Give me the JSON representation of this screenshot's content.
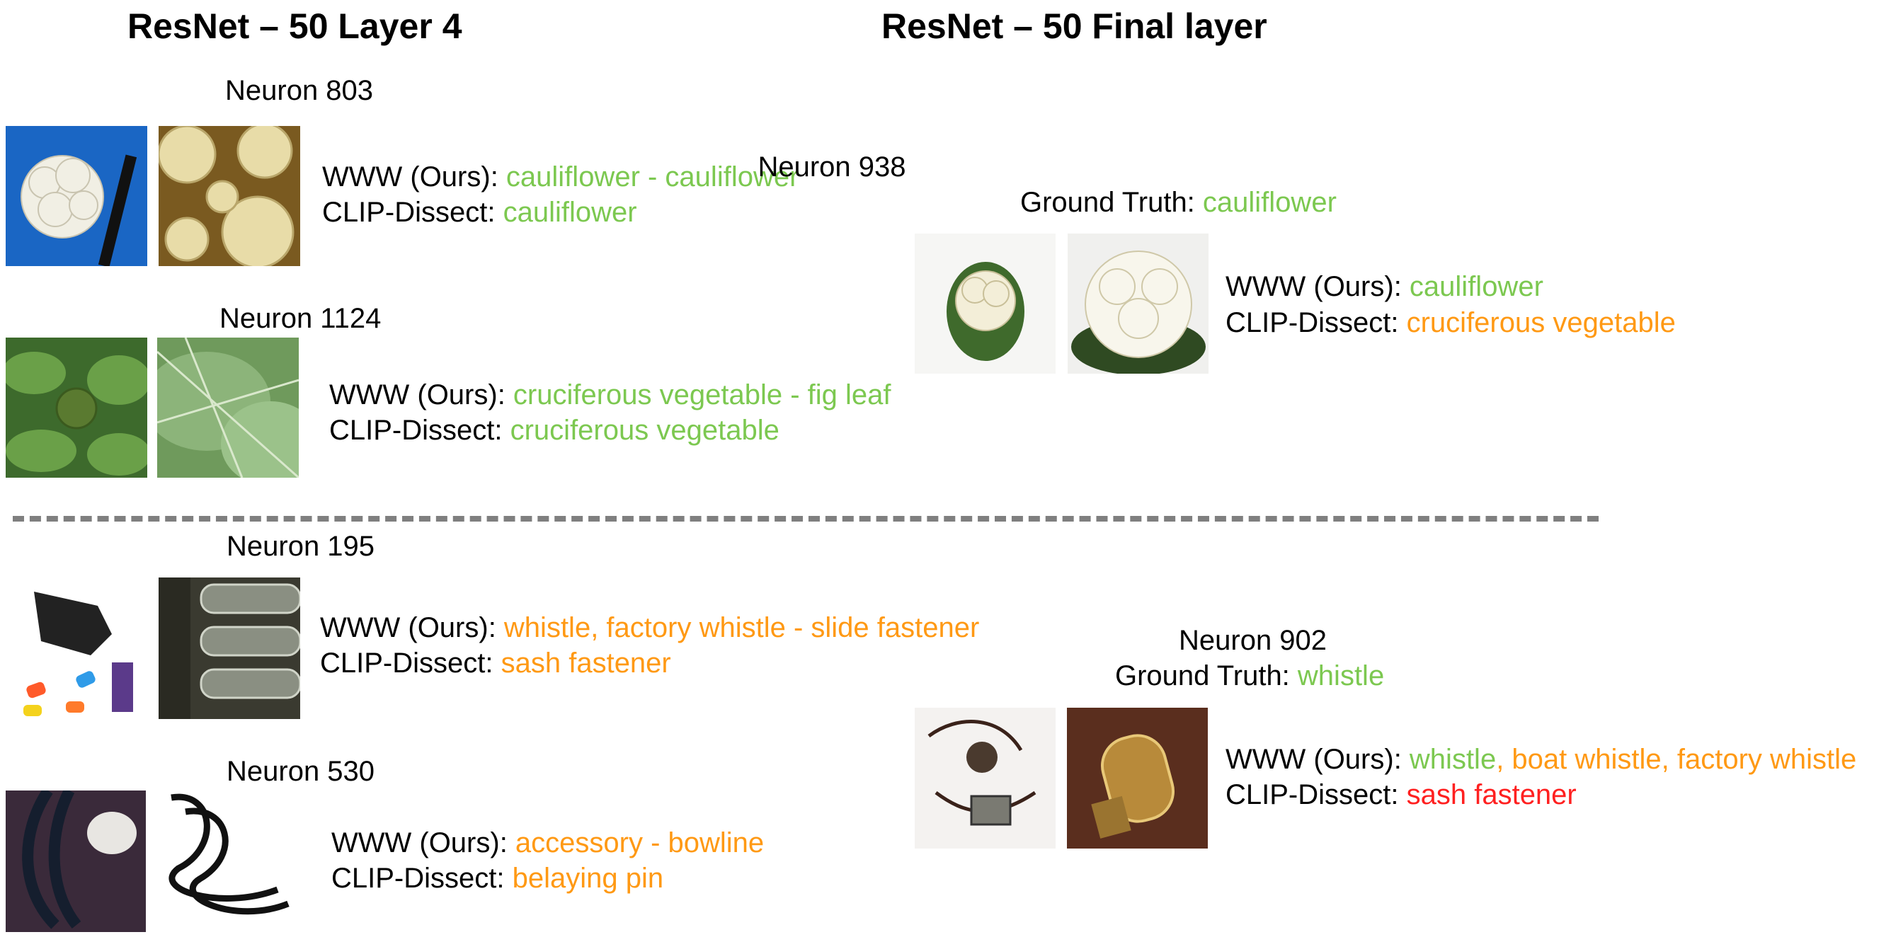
{
  "left_title": "ResNet – 50 Layer 4",
  "right_title": "ResNet – 50 Final layer",
  "ours_label": "WWW (Ours): ",
  "clip_label": "CLIP-Dissect: ",
  "gt_label": "Ground Truth: ",
  "left": [
    {
      "neuron": "Neuron 803",
      "ours": "cauliflower - cauliflower",
      "ours_color": "#7cc850",
      "clip": "cauliflower",
      "clip_color": "#7cc850",
      "image1": "cauliflower-on-blue-with-knife-image",
      "image2": "cauliflower-closeup-image"
    },
    {
      "neuron": "Neuron 1124",
      "ours": "cruciferous vegetable - fig leaf",
      "ours_color": "#7cc850",
      "clip": "cruciferous vegetable",
      "clip_color": "#7cc850",
      "image1": "broccoli-plant-image",
      "image2": "green-leaf-image"
    },
    {
      "neuron": "Neuron 195",
      "ours": "whistle, factory whistle - slide fastener",
      "ours_color": "#ff9914",
      "clip": "sash fastener",
      "clip_color": "#ff9914",
      "image1": "whistles-image",
      "image2": "zipper-closeup-image"
    },
    {
      "neuron": "Neuron 530",
      "ours": "accessory - bowline",
      "ours_color": "#ff9914",
      "clip": "belaying pin",
      "clip_color": "#ff9914",
      "image1": "bolo-tie-image",
      "image2": "black-cord-image"
    }
  ],
  "right": [
    {
      "neuron": "Neuron 938",
      "gt": "cauliflower",
      "gt_color": "#7cc850",
      "ours": "cauliflower",
      "ours_color": "#7cc850",
      "clip": "cruciferous vegetable",
      "clip_color": "#ff9914",
      "image1": "cauliflower-small-image",
      "image2": "cauliflower-large-image"
    },
    {
      "neuron": "Neuron 902",
      "gt": "whistle",
      "gt_color": "#7cc850",
      "ours_parts": [
        {
          "text": "whistle",
          "color": "#7cc850"
        },
        {
          "text": ", boat whistle, factory whistle",
          "color": "#ff9914"
        }
      ],
      "clip": "sash fastener",
      "clip_color": "#ff2020",
      "image1": "whistle-on-lanyard-image",
      "image2": "brass-whistle-image"
    }
  ]
}
